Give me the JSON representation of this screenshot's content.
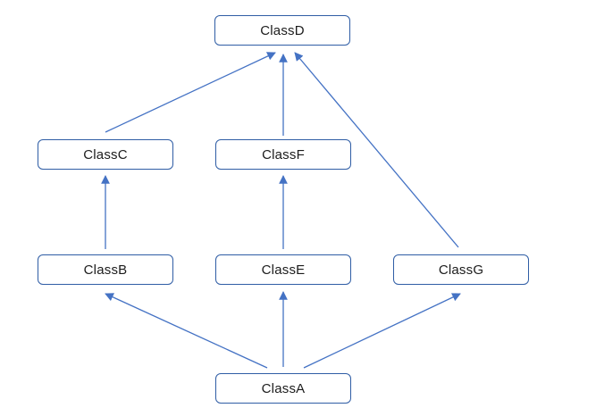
{
  "diagram": {
    "type": "class-inheritance",
    "colors": {
      "background": "#ffffff",
      "box_fill": "#ffffff",
      "box_border": "#2f5da5",
      "arrow": "#4472c4",
      "label_text": "#1c1c1c"
    },
    "nodes": [
      {
        "id": "classA",
        "label": "ClassA"
      },
      {
        "id": "classB",
        "label": "ClassB"
      },
      {
        "id": "classC",
        "label": "ClassC"
      },
      {
        "id": "classD",
        "label": "ClassD"
      },
      {
        "id": "classE",
        "label": "ClassE"
      },
      {
        "id": "classF",
        "label": "ClassF"
      },
      {
        "id": "classG",
        "label": "ClassG"
      }
    ],
    "edges": [
      {
        "from": "ClassB",
        "to": "ClassC"
      },
      {
        "from": "ClassE",
        "to": "ClassF"
      },
      {
        "from": "ClassF",
        "to": "ClassD"
      },
      {
        "from": "ClassC",
        "to": "ClassD"
      },
      {
        "from": "ClassG",
        "to": "ClassD"
      },
      {
        "from": "ClassA",
        "to": "ClassB"
      },
      {
        "from": "ClassA",
        "to": "ClassE"
      },
      {
        "from": "ClassA",
        "to": "ClassG"
      }
    ]
  }
}
